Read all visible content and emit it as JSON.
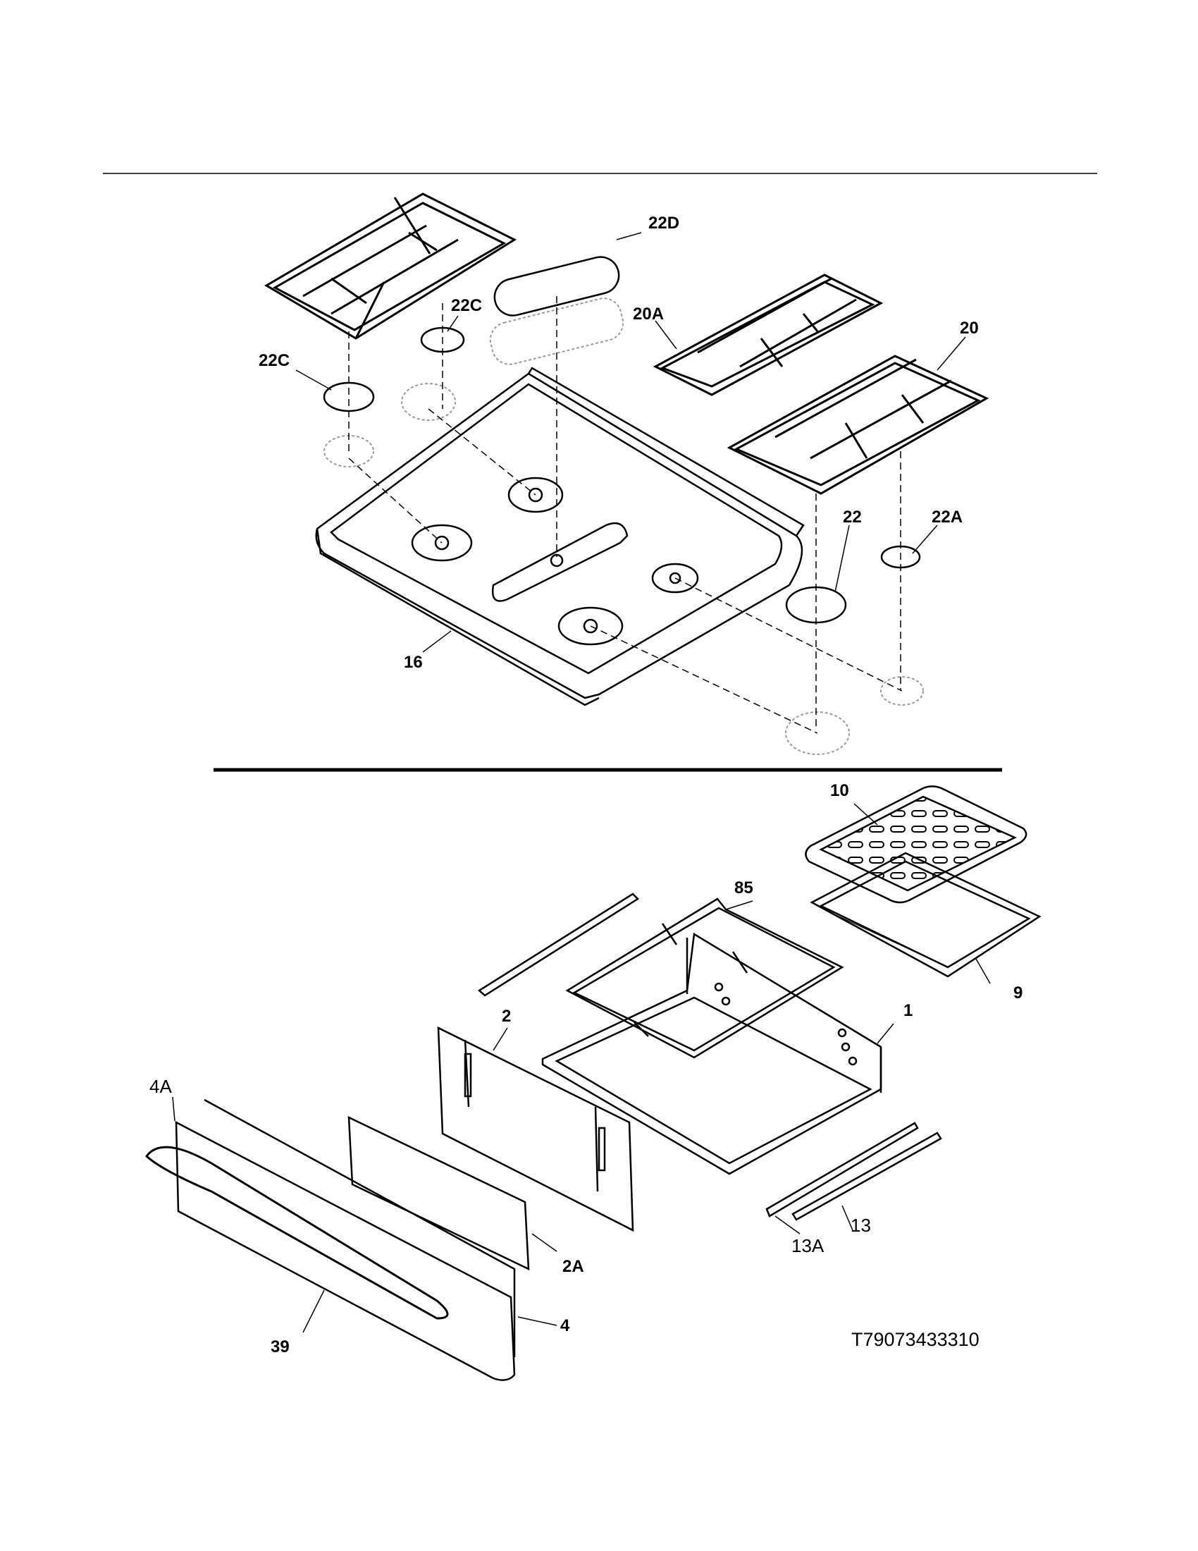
{
  "diagram_id": "T79073433310",
  "colors": {
    "line": "#000000",
    "ghost": "#9a9a9a",
    "background": "#ffffff"
  },
  "top_section": {
    "callouts": {
      "p22D": "22D",
      "p22C_a": "22C",
      "p22C_b": "22C",
      "p20A": "20A",
      "p20": "20",
      "p22": "22",
      "p22A": "22A",
      "p16": "16"
    }
  },
  "bottom_section": {
    "callouts": {
      "p10": "10",
      "p85": "85",
      "p9": "9",
      "p1": "1",
      "p2": "2",
      "p4A": "4A",
      "p2A": "2A",
      "p4": "4",
      "p39": "39",
      "p13A": "13A",
      "p13": "13"
    }
  }
}
